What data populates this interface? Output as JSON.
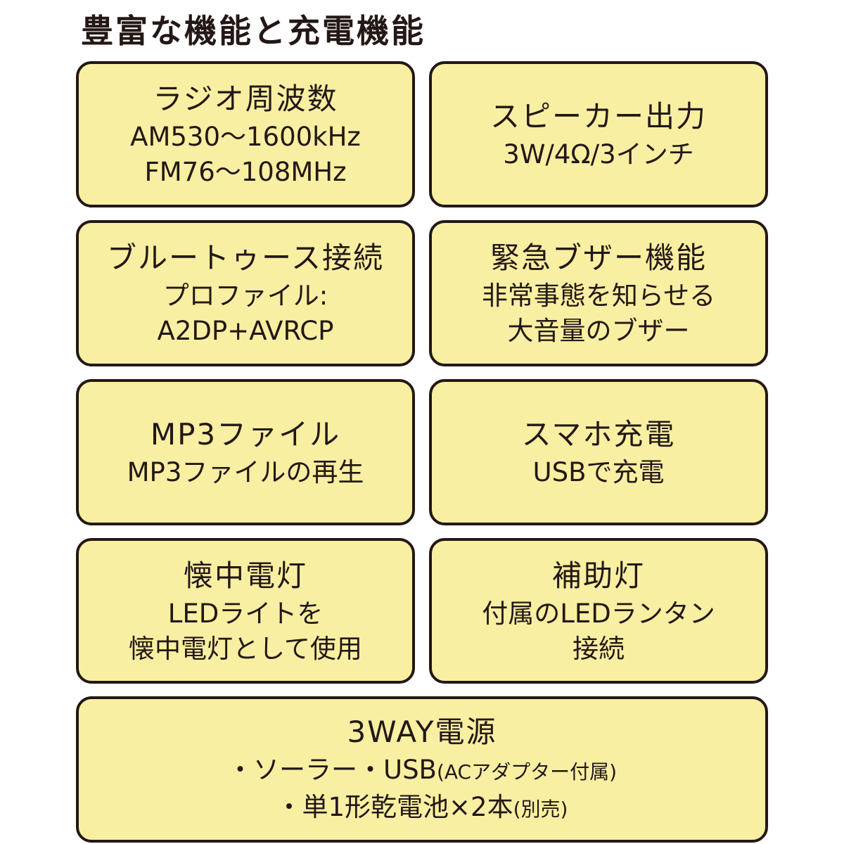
{
  "title": "豊富な機能と充電機能",
  "features": [
    {
      "heading": "ラジオ周波数",
      "lines": [
        "AM530〜1600kHz",
        "FM76〜108MHz"
      ]
    },
    {
      "heading": "スピーカー出力",
      "lines": [
        "3W/4Ω/3インチ"
      ]
    },
    {
      "heading": "ブルートゥース接続",
      "lines": [
        "プロファイル:",
        "A2DP+AVRCP"
      ]
    },
    {
      "heading": "緊急ブザー機能",
      "lines": [
        "非常事態を知らせる",
        "大音量のブザー"
      ]
    },
    {
      "heading": "MP3ファイル",
      "lines": [
        "MP3ファイルの再生"
      ]
    },
    {
      "heading": "スマホ充電",
      "lines": [
        "USBで充電"
      ]
    },
    {
      "heading": "懐中電灯",
      "lines": [
        "LEDライトを",
        "懐中電灯として使用"
      ]
    },
    {
      "heading": "補助灯",
      "lines": [
        "付属のLEDランタン",
        "接続"
      ]
    }
  ],
  "power": {
    "heading": "3WAY電源",
    "line1": "・ソーラー・USB",
    "line1_note": "(ACアダプター付属)",
    "line2": "・単1形乾電池×2本",
    "line2_note": "(別売)"
  },
  "colors": {
    "box_fill": "#f8efa2",
    "border": "#231815",
    "text": "#231815"
  }
}
